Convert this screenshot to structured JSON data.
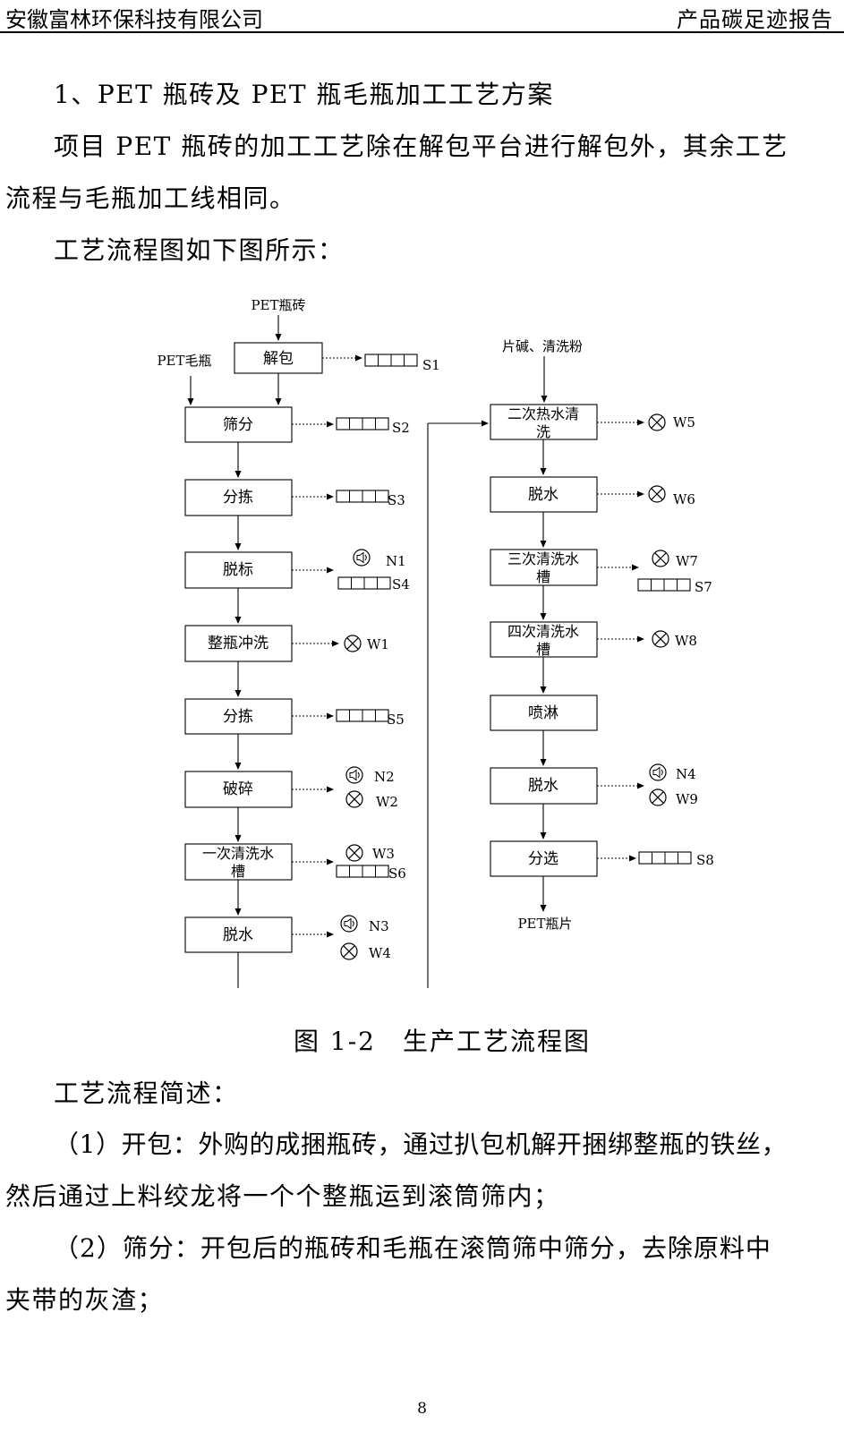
{
  "header": {
    "company": "安徽富林环保科技有限公司",
    "report": "产品碳足迹报告"
  },
  "body": {
    "section_title": "1、PET 瓶砖及 PET 瓶毛瓶加工工艺方案",
    "intro_line1": "项目 PET 瓶砖的加工工艺除在解包平台进行解包外，其余工艺",
    "intro_line2": "流程与毛瓶加工线相同。",
    "diagram_intro": "工艺流程图如下图所示：",
    "figure_caption": "图 1-2　生产工艺流程图",
    "summary_title": "工艺流程简述：",
    "step1_line1": "（1）开包：外购的成捆瓶砖，通过扒包机解开捆绑整瓶的铁丝，",
    "step1_line2": "然后通过上料绞龙将一个个整瓶运到滚筒筛内；",
    "step2_line1": "（2）筛分：开包后的瓶砖和毛瓶在滚筒筛中筛分，去除原料中",
    "step2_line2": "夹带的灰渣；"
  },
  "flowchart": {
    "inputs": {
      "pet_brick": "PET瓶砖",
      "pet_raw": "PET毛瓶",
      "alkali": "片碱、清洗粉",
      "output": "PET瓶片"
    },
    "steps": {
      "unpack": "解包",
      "screen": "筛分",
      "sort1": "分拣",
      "delabel": "脱标",
      "wash_whole": "整瓶冲洗",
      "sort2": "分拣",
      "crush": "破碎",
      "tank1_l1": "一次清洗水",
      "tank1_l2": "槽",
      "dewater1": "脱水",
      "hot2_l1": "二次热水清",
      "hot2_l2": "洗",
      "dewater2": "脱水",
      "tank3_l1": "三次清洗水",
      "tank3_l2": "槽",
      "tank4_l1": "四次清洗水",
      "tank4_l2": "槽",
      "spray": "喷淋",
      "dewater3": "脱水",
      "select": "分选"
    },
    "emissions": {
      "S1": "S1",
      "S2": "S2",
      "S3": "S3",
      "S4": "S4",
      "S5": "S5",
      "S6": "S6",
      "S7": "S7",
      "S8": "S8",
      "N1": "N1",
      "N2": "N2",
      "N3": "N3",
      "N4": "N4",
      "W1": "W1",
      "W2": "W2",
      "W3": "W3",
      "W4": "W4",
      "W5": "W5",
      "W6": "W6",
      "W7": "W7",
      "W8": "W8",
      "W9": "W9"
    },
    "icons": {
      "solid_waste": "solid-waste-icon",
      "noise": "noise-speaker-icon",
      "wastewater": "wastewater-icon"
    }
  },
  "footer": {
    "page_number": "8"
  }
}
